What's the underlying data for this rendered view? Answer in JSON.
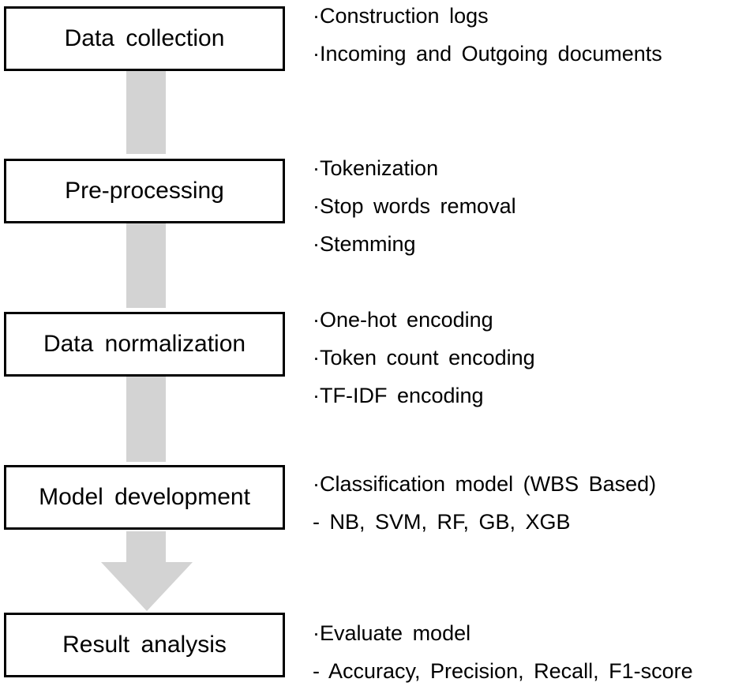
{
  "steps": [
    {
      "label": "Data collection",
      "notes": [
        "·Construction logs",
        "·Incoming and Outgoing documents"
      ]
    },
    {
      "label": "Pre-processing",
      "notes": [
        "·Tokenization",
        "·Stop words removal",
        "·Stemming"
      ]
    },
    {
      "label": "Data normalization",
      "notes": [
        "·One-hot encoding",
        "·Token count encoding",
        "·TF-IDF encoding"
      ]
    },
    {
      "label": "Model development",
      "notes": [
        "·Classification model (WBS Based)",
        "- NB, SVM, RF, GB, XGB"
      ]
    },
    {
      "label": "Result analysis",
      "notes": [
        "·Evaluate model",
        "- Accuracy, Precision, Recall, F1-score"
      ]
    }
  ],
  "colors": {
    "connector": "#d3d3d3",
    "box_border": "#000000"
  }
}
